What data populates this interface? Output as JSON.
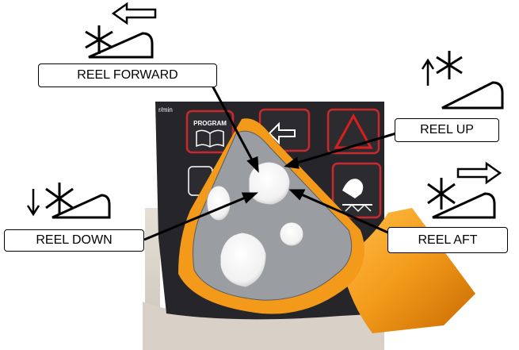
{
  "labels": {
    "reel_forward": "REEL FORWARD",
    "reel_up": "REEL UP",
    "reel_down": "REEL DOWN",
    "reel_aft": "REEL AFT"
  },
  "panel": {
    "program_label": "PROGRAM",
    "speed_unit": "r/min"
  },
  "colors": {
    "handle_orange": "#f39a1a",
    "panel_dark": "#26262a",
    "keypad_gray": "#9a9da2",
    "console_beige": "#ddd6cd",
    "warning_red": "#d81f1f"
  }
}
